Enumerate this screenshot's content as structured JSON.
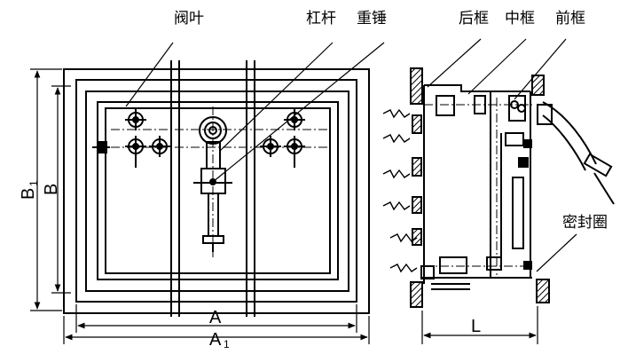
{
  "labels": {
    "blade": "阀叶",
    "lever": "杠杆",
    "counterweight": "重锤",
    "rear_frame": "后框",
    "middle_frame": "中框",
    "front_frame": "前框",
    "seal_ring": "密封圈"
  },
  "dimensions": {
    "a": "A",
    "a1_main": "A",
    "a1_sub": "1",
    "b": "B",
    "b1_main": "B",
    "b1_sub": "1",
    "l": "L"
  },
  "colors": {
    "line": "#000000",
    "hatch": "#000000",
    "background": "#ffffff"
  }
}
